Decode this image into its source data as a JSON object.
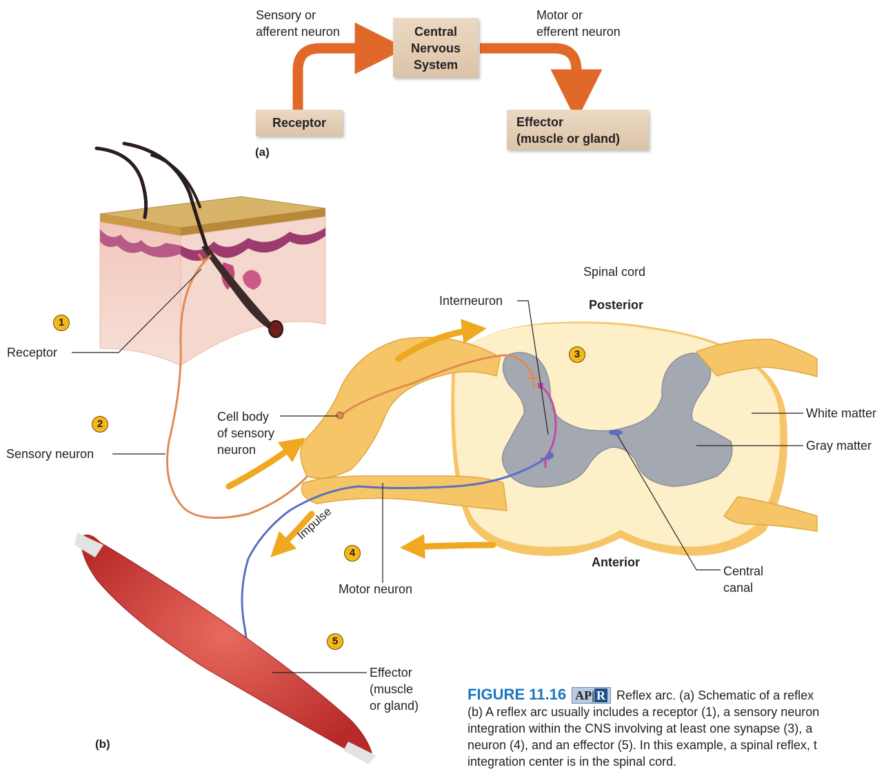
{
  "panel_a": {
    "sensory_label": "Sensory or\nafferent neuron",
    "motor_label": "Motor or\nefferent neuron",
    "cns_box": "Central\nNervous\nSystem",
    "receptor_box": "Receptor",
    "effector_box": "Effector\n(muscle or gland)",
    "panel_letter": "(a)"
  },
  "panel_b": {
    "panel_letter": "(b)",
    "spinal_cord": "Spinal cord",
    "posterior": "Posterior",
    "anterior": "Anterior",
    "interneuron": "Interneuron",
    "receptor": "Receptor",
    "sensory_neuron": "Sensory neuron",
    "cell_body": "Cell body\nof sensory\nneuron",
    "white_matter": "White matter",
    "gray_matter": "Gray matter",
    "impulse": "Impulse",
    "motor_neuron": "Motor neuron",
    "central_canal": "Central\ncanal",
    "effector": "Effector\n(muscle\nor gland)",
    "steps": [
      "1",
      "2",
      "3",
      "4",
      "5"
    ]
  },
  "caption": {
    "figure_number": "FIGURE 11.16",
    "badge_ap": "AP",
    "badge_r": "R",
    "lines": [
      "Reflex arc. (a) Schematic of a reflex",
      "(b) A reflex arc usually includes a receptor (1), a sensory neuron",
      "integration within the CNS involving at least one synapse (3), a",
      "neuron (4), and an effector (5). In this example, a spinal reflex, t",
      "integration center is in the spinal cord."
    ]
  },
  "colors": {
    "arrow_orange": "#e0692a",
    "sensory_neuron": "#e08a52",
    "motor_neuron": "#5b6fc0",
    "interneuron": "#c04aa8",
    "white_matter": "#fdefc8",
    "gray_matter": "#a3a8b1",
    "muscle": "#c8312f",
    "step_badge": "#f5b81c",
    "caption_blue": "#1c75bc"
  }
}
